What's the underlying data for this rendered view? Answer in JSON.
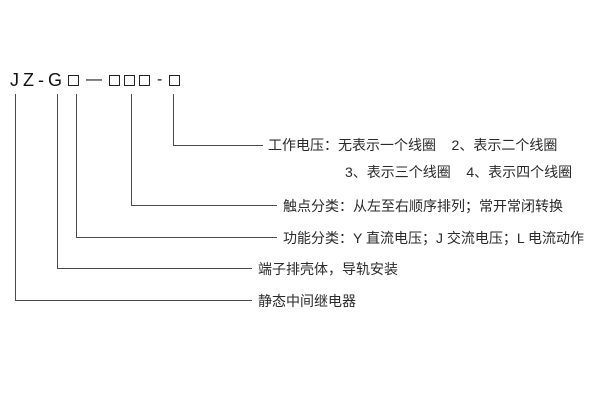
{
  "model_code": {
    "prefix": "JZ-G",
    "separator_long": "—",
    "separator_short": "-",
    "full": "JZ-G□-□□□-□"
  },
  "annotations": {
    "working_voltage": {
      "line1": "工作电压：无表示一个线圈    2、表示二个线圈",
      "line2": "3、表示三个线圈    4、表示四个线圈"
    },
    "contact_class": {
      "text": "触点分类：从左至右顺序排列；常开常闭转换"
    },
    "function_class": {
      "text": "功能分类：Y 直流电压；J 交流电压；L 电流动作"
    },
    "housing": {
      "text": "端子排壳体，导轨安装"
    },
    "relay_type": {
      "text": "静态中间继电器"
    }
  }
}
